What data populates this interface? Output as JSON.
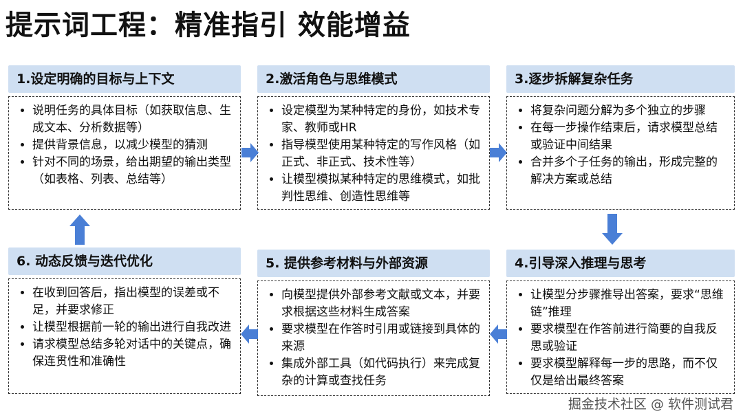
{
  "title": "提示词工程：精准指引 效能增益",
  "steps": [
    {
      "header": "1.设定明确的目标与上下文",
      "items": [
        "说明任务的具体目标（如获取信息、生成文本、分析数据等）",
        "提供背景信息，以减少模型的猜测",
        "针对不同的场景，给出期望的输出类型（如表格、列表、总结等）"
      ]
    },
    {
      "header": "2.激活角色与思维模式",
      "items": [
        "设定模型为某种特定的身份，如技术专家、教师或HR",
        "指导模型使用某种特定的写作风格（如正式、非正式、技术性等）",
        "让模型模拟某种特定的思维模式，如批判性思维、创造性思维等"
      ]
    },
    {
      "header": "3.逐步拆解复杂任务",
      "items": [
        "将复杂问题分解为多个独立的步骤",
        "在每一步操作结束后，请求模型总结或验证中间结果",
        "合并多个子任务的输出，形成完整的解决方案或总结"
      ]
    },
    {
      "header": "4.引导深入推理与思考",
      "items": [
        "让模型分步骤推导出答案，要求“思维链”推理",
        "要求模型在作答前进行简要的自我反思或验证",
        "要求模型解释每一步的思路，而不仅仅是给出最终答案"
      ]
    },
    {
      "header": "5. 提供参考材料与外部资源",
      "items": [
        "向模型提供外部参考文献或文本，并要求根据这些材料生成答案",
        "要求模型在作答时引用或链接到具体的来源",
        "集成外部工具（如代码执行）来完成复杂的计算或查找任务"
      ]
    },
    {
      "header": "6. 动态反馈与迭代优化",
      "items": [
        "在收到回答后，指出模型的误差或不足，并要求修正",
        "让模型根据前一轮的输出进行自我改进",
        "请求模型总结多轮对话中的关键点，确保连贯性和准确性"
      ]
    }
  ],
  "watermark": "掘金技术社区 @ 软件测试君",
  "colors": {
    "header_bg": "#cfdff2",
    "arrow": "#4a7fd6"
  }
}
